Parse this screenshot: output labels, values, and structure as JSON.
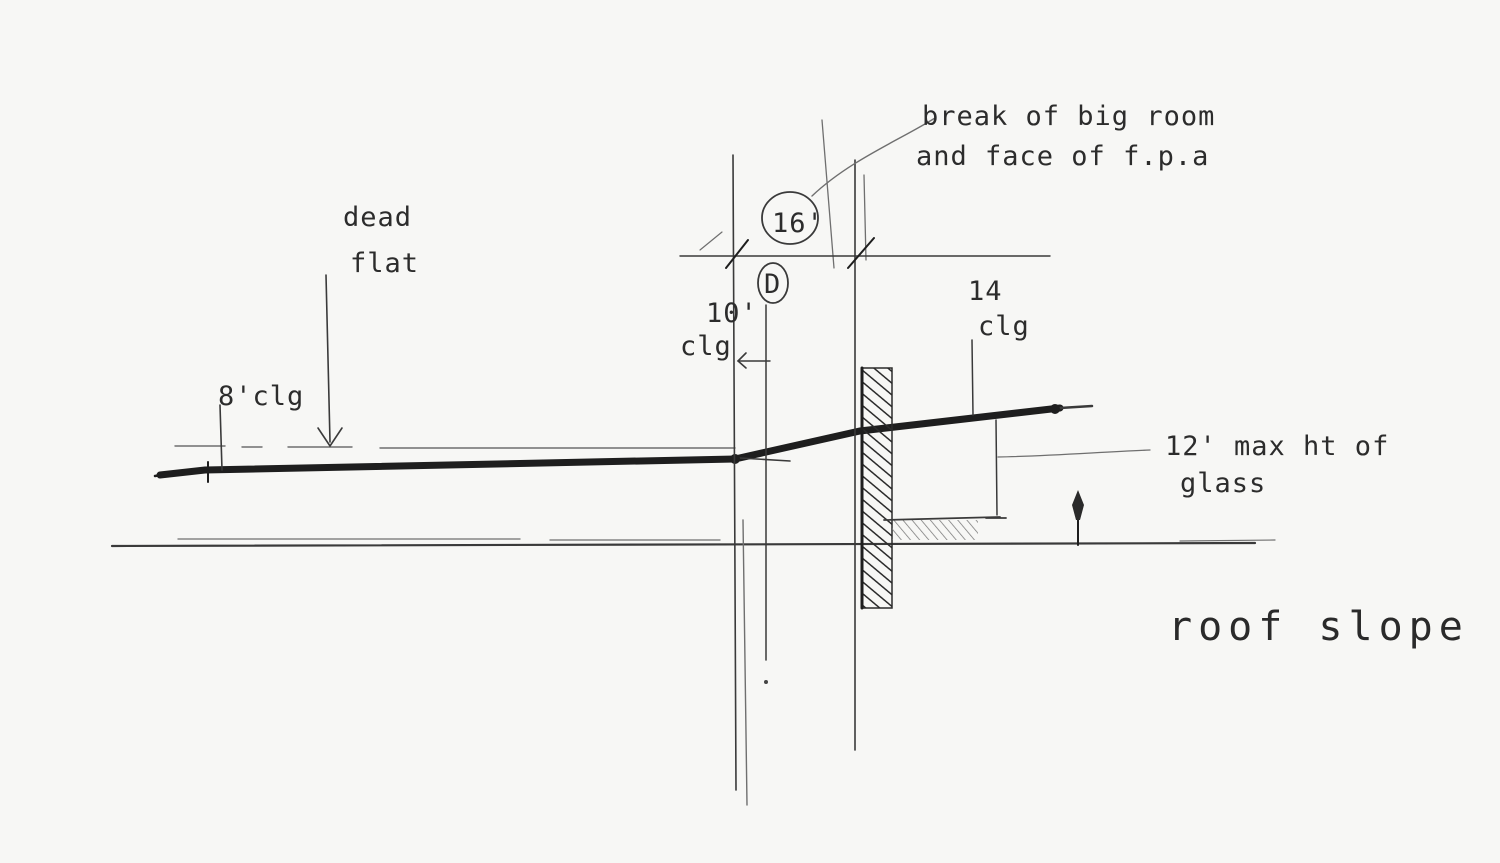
{
  "notes": {
    "dead_flat_line1": "dead",
    "dead_flat_line2": "flat",
    "left_clg": "8'clg",
    "ten_clg_height": "10'",
    "ten_clg_label": "clg",
    "grid_mark": "D",
    "span_dim": "16'",
    "break_line1": "break of big room",
    "break_line2": "and face of f.p.a",
    "fourteen_clg_height": "14",
    "fourteen_clg_label": "clg",
    "glass_line1": "12' max ht of",
    "glass_line2": "glass",
    "roof_slope": "roof slope"
  },
  "colors": {
    "paper": "#f7f7f5",
    "graphite": "#2c2c2c",
    "graphite_dark": "#1e1e1e",
    "graphite_light": "#6f6f6f"
  }
}
